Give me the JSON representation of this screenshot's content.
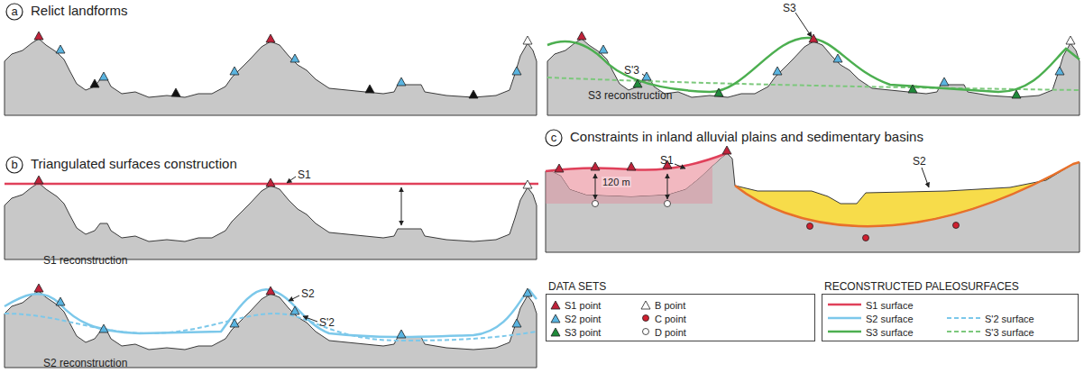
{
  "diagram": {
    "labels": [
      "a",
      "Relict landforms",
      "b",
      "Triangulated surfaces construction",
      "c",
      "Constraints in inland alluvial plains and sedimentary basins",
      "S1 reconstruction",
      "S2 reconstruction",
      "S3 reconstruction",
      "S1",
      "S2",
      "S'2",
      "S3",
      "S'3",
      "S1",
      "S2",
      "120 m",
      "DATA SETS",
      "RECONSTRUCTED PALEOSURFACES"
    ],
    "legend": [
      {
        "text": "S1 point"
      },
      {
        "text": "B point"
      },
      {
        "text": "S1 surface"
      },
      {
        "text": "S2 point"
      },
      {
        "text": "C point"
      },
      {
        "text": "S2 surface"
      },
      {
        "text": "S'2 surface"
      },
      {
        "text": "S3 point"
      },
      {
        "text": "D point"
      },
      {
        "text": "S3 surface"
      },
      {
        "text": "S'3 surface"
      }
    ]
  }
}
